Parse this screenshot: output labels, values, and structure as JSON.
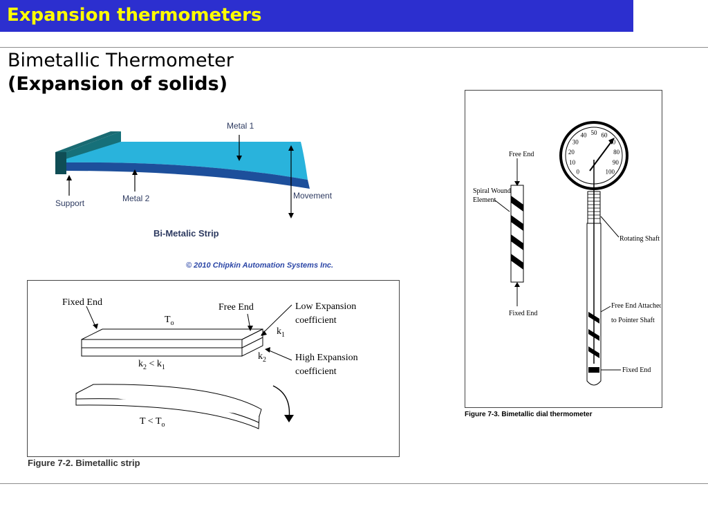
{
  "slide": {
    "title": "Expansion thermometers",
    "heading": "Bimetallic Thermometer",
    "subheading": "(Expansion of solids)"
  },
  "strip_figure": {
    "metal1": "Metal 1",
    "metal2": "Metal 2",
    "support": "Support",
    "movement": "Movement",
    "caption": "Bi-Metalic Strip",
    "copyright": "© 2010 Chipkin Automation Systems Inc."
  },
  "figure_7_2": {
    "fixed_end": "Fixed End",
    "free_end": "Free End",
    "low_expansion": [
      "Low Expansion",
      "coefficient"
    ],
    "high_expansion": [
      "High Expansion",
      "coefficient"
    ],
    "t0": "T",
    "t0_sub": "o",
    "k1": "k",
    "k1_sub": "1",
    "k2": "k",
    "k2_sub": "2",
    "relation": [
      "k",
      "2",
      " < k",
      "1"
    ],
    "t_less": [
      "T < T",
      "o"
    ],
    "caption": "Figure 7-2. Bimetallic strip"
  },
  "figure_7_3": {
    "free_end": "Free End",
    "spiral_element": [
      "Spiral Wound",
      "Element"
    ],
    "fixed_end": "Fixed End",
    "rotating_shaft": "Rotating Shaft",
    "free_end_attached": [
      "Free End Attached",
      "to Pointer Shaft"
    ],
    "fixed_end_2": "Fixed End",
    "dial_numbers": [
      "0",
      "10",
      "20",
      "30",
      "40",
      "50",
      "60",
      "70",
      "80",
      "90",
      "100"
    ],
    "caption": "Figure 7-3. Bimetallic dial thermometer"
  }
}
